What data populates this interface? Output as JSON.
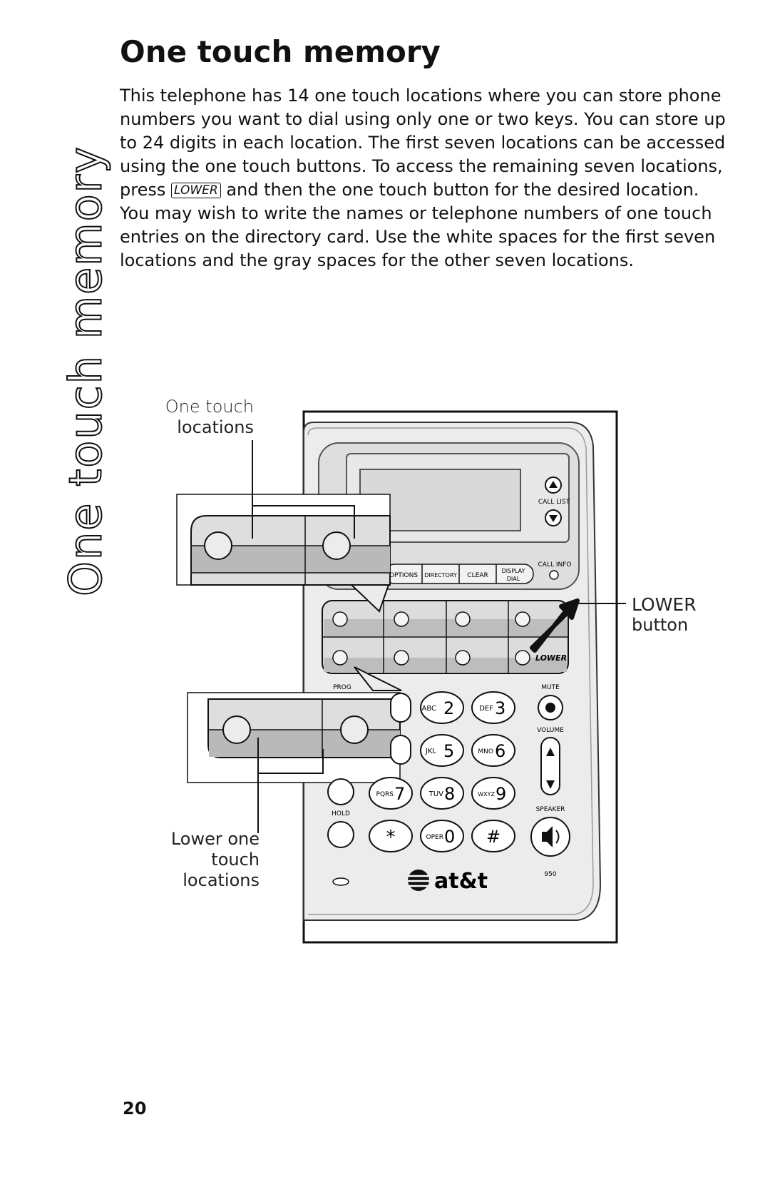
{
  "side_title": "One touch memory",
  "heading": "One touch memory",
  "paragraph1_before": "This telephone has 14 one touch locations where you can store phone numbers you want to dial using only one or two keys. You can store up to 24 digits in each location. The first seven locations can be accessed using the one touch buttons. To access the remaining seven locations, press",
  "lower_key": "LOWER",
  "paragraph1_after": "and then the one touch button for the desired location.",
  "paragraph2": "You may wish to write the names or telephone numbers of one touch entries on the directory card. Use the white spaces for the first seven locations and the gray spaces for the other seven locations.",
  "callouts": {
    "one_touch_line1": "One touch",
    "one_touch_line2": "locations",
    "lower_line1": "LOWER",
    "lower_line2": "button",
    "lower_one_line1": "Lower one",
    "lower_one_line2": "touch",
    "lower_one_line3": "locations"
  },
  "phone": {
    "call_list": "CALL LIST",
    "call_info": "CALL INFO",
    "options": "OPTIONS",
    "directory": "DIRECTORY",
    "clear": "CLEAR",
    "display_dial_1": "DISPLAY",
    "display_dial_2": "DIAL",
    "lower_label": "LOWER",
    "prog": "PROG",
    "mute": "MUTE",
    "volume": "VOLUME",
    "speaker": "SPEAKER",
    "hold": "HOLD",
    "brand": "at&t",
    "model": "950",
    "keys": [
      {
        "letters": "ABC",
        "digit": "2"
      },
      {
        "letters": "DEF",
        "digit": "3"
      },
      {
        "letters": "JKL",
        "digit": "5"
      },
      {
        "letters": "MNO",
        "digit": "6"
      },
      {
        "letters": "PQRS",
        "digit": "7"
      },
      {
        "letters": "TUV",
        "digit": "8"
      },
      {
        "letters": "WXYZ",
        "digit": "9"
      },
      {
        "letters": "",
        "digit": "*"
      },
      {
        "letters": "OPER",
        "digit": "0"
      },
      {
        "letters": "",
        "digit": "#"
      }
    ]
  },
  "page_number": "20"
}
